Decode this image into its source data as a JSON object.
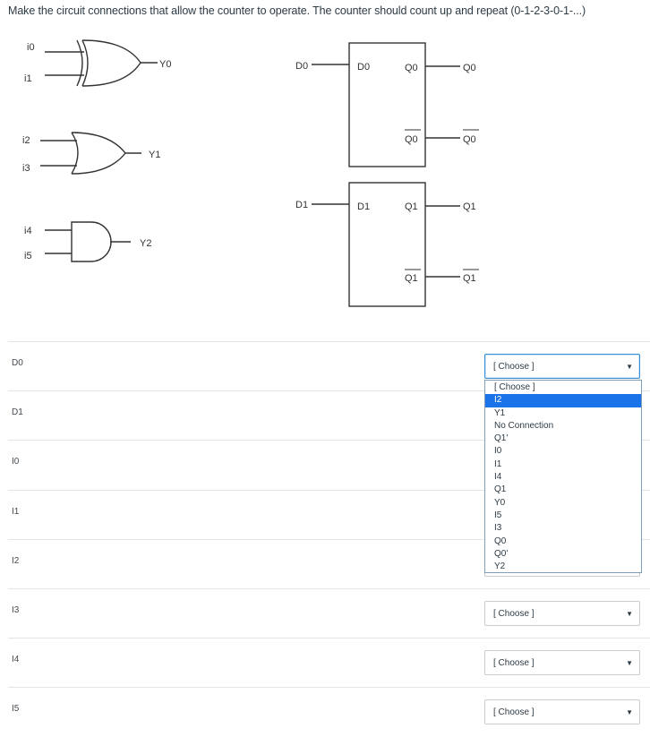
{
  "question": "Make the circuit connections that allow the counter to operate. The counter should count up and repeat (0-1-2-3-0-1-...)",
  "diagram": {
    "gate0": {
      "in_a": "i0",
      "in_b": "i1",
      "out": "Y0"
    },
    "gate1": {
      "in_a": "i2",
      "in_b": "i3",
      "out": "Y1"
    },
    "gate2": {
      "in_a": "i4",
      "in_b": "i5",
      "out": "Y2"
    },
    "ff0": {
      "d_ext": "D0",
      "d": "D0",
      "q": "Q0",
      "qbar": "Q0",
      "q_ext": "Q0",
      "qbar_ext": "Q0"
    },
    "ff1": {
      "d_ext": "D1",
      "d": "D1",
      "q": "Q1",
      "qbar": "Q1",
      "q_ext": "Q1",
      "qbar_ext": "Q1"
    }
  },
  "rows": [
    {
      "label": "D0",
      "value": "[ Choose ]",
      "open": true
    },
    {
      "label": "D1",
      "value": ""
    },
    {
      "label": "I0",
      "value": ""
    },
    {
      "label": "I1",
      "value": ""
    },
    {
      "label": "I2",
      "value": ""
    },
    {
      "label": "I3",
      "value": "[ Choose ]"
    },
    {
      "label": "I4",
      "value": "[ Choose ]"
    },
    {
      "label": "I5",
      "value": "[ Choose ]"
    }
  ],
  "dropdown": {
    "selected_index": 1,
    "options": [
      "[ Choose ]",
      "I2",
      "Y1",
      "No Connection",
      "Q1'",
      "I0",
      "I1",
      "I4",
      "Q1",
      "Y0",
      "I5",
      "I3",
      "Q0",
      "Q0'",
      "Y2"
    ]
  }
}
